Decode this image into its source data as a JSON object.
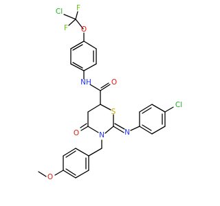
{
  "colors": {
    "bond": "#000000",
    "carbon": "#000000",
    "oxygen": "#e8180f",
    "nitrogen": "#2233ff",
    "sulfur": "#c8a800",
    "chlorine": "#1fb01f",
    "fluorine": "#6cc21a"
  },
  "atoms": {
    "cl_top": "Cl",
    "f_top_right": "F",
    "f_top_left": "F",
    "o_ether_top": "O",
    "nh_amide": "NH",
    "o_amide": "O",
    "s_ring": "S",
    "n_imine": "N",
    "cl_right": "Cl",
    "o_ketone": "O",
    "n_ring": "N",
    "o_methoxy": "O"
  }
}
